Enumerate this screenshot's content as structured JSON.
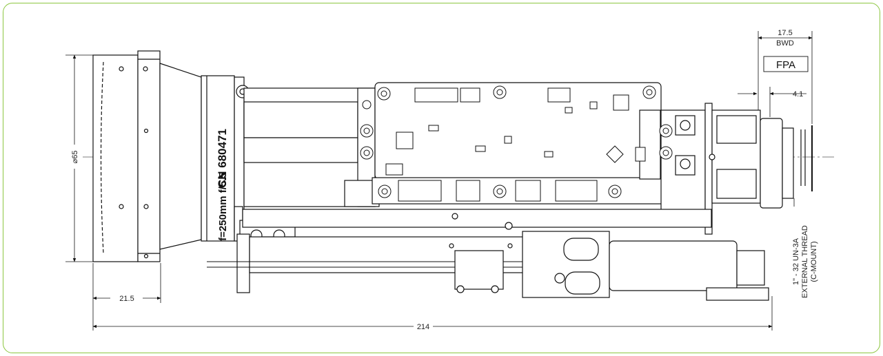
{
  "colors": {
    "border": "#8cc63f",
    "line": "#111111",
    "centerline": "#555555"
  },
  "dimensions": {
    "bwd_value": "17.5",
    "bwd_label": "BWD",
    "fpa_label": "FPA",
    "offset_value": "4.1",
    "diameter_value": "⌀65",
    "front_length": "21.5",
    "overall_length": "214"
  },
  "lens_markings": {
    "model": "CN 680471",
    "spec": "f=250mm f/5.5"
  },
  "thread_note": {
    "line1": "1\" - 32 UN-3A",
    "line2": "EXTERNAL THREAD",
    "line3": "(C-MOUNT)"
  }
}
